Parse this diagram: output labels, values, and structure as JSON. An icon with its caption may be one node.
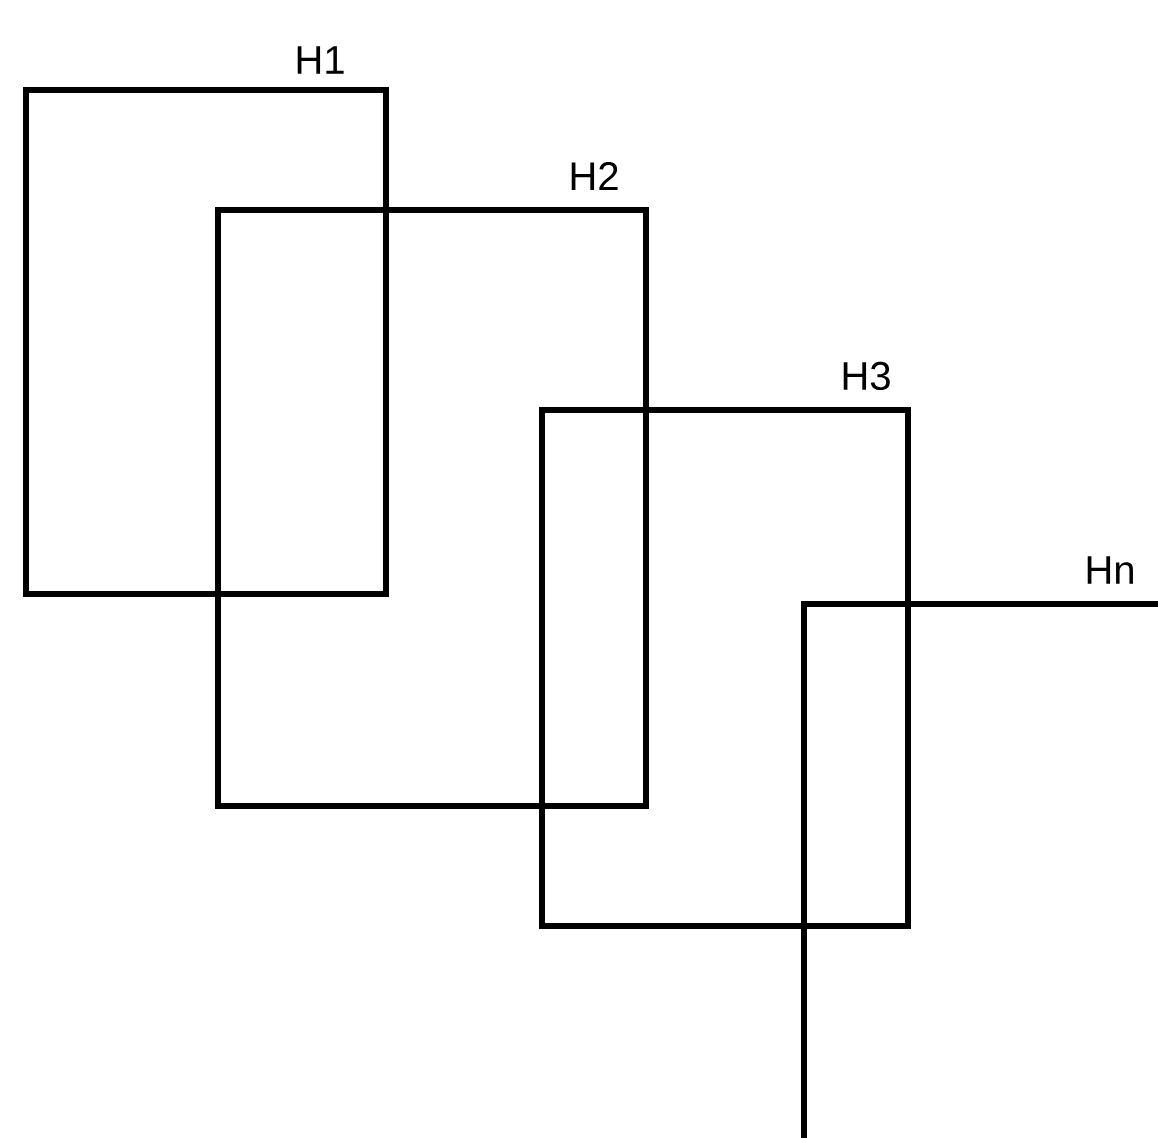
{
  "diagram": {
    "nodes": [
      {
        "text": [
          "H1"
        ]
      },
      {
        "text": [
          "H2"
        ]
      },
      {
        "text": [
          "H3"
        ]
      },
      {
        "text": [
          "Hn"
        ]
      }
    ]
  }
}
